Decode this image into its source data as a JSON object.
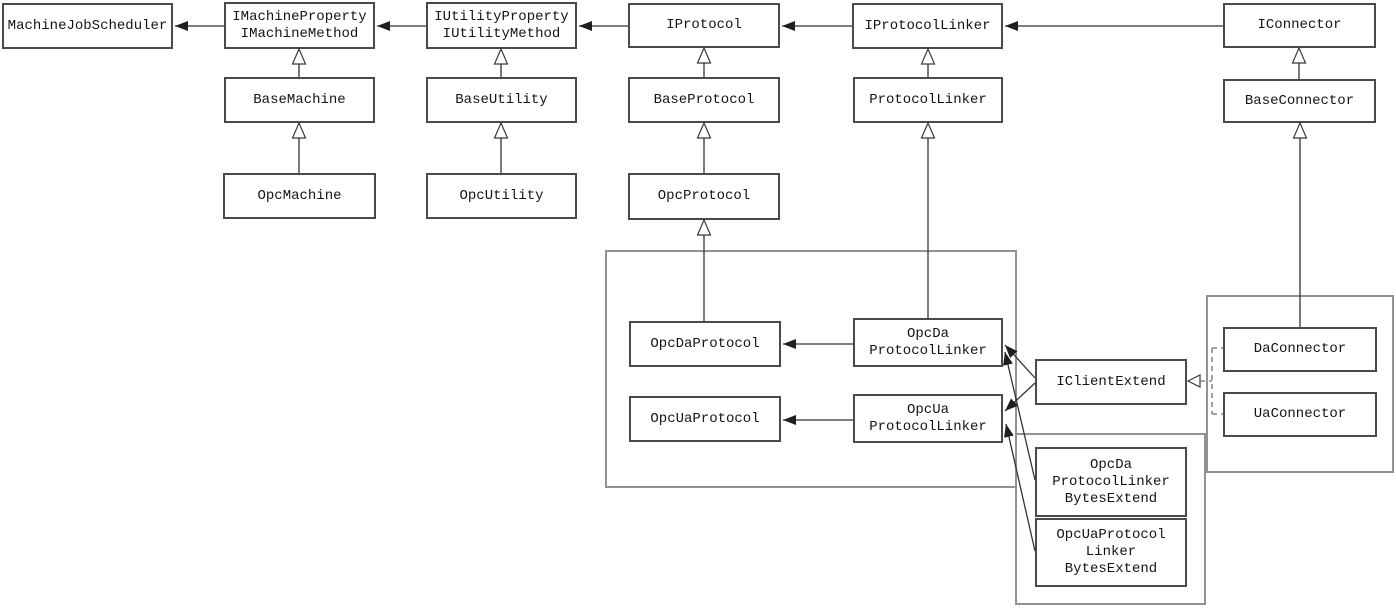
{
  "diagram": {
    "type": "uml-class-diagram",
    "background_color": "#ffffff",
    "node_border_color": "#4a4a4a",
    "group_border_color": "#929292",
    "line_color": "#333333",
    "nodes": {
      "machineJobScheduler": {
        "label": "MachineJobScheduler"
      },
      "iMachine": {
        "label": "IMachineProperty\nIMachineMethod"
      },
      "iUtility": {
        "label": "IUtilityProperty\nIUtilityMethod"
      },
      "iProtocol": {
        "label": "IProtocol"
      },
      "iProtocolLinker": {
        "label": "IProtocolLinker"
      },
      "iConnector": {
        "label": "IConnector"
      },
      "baseMachine": {
        "label": "BaseMachine"
      },
      "baseUtility": {
        "label": "BaseUtility"
      },
      "baseProtocol": {
        "label": "BaseProtocol"
      },
      "protocolLinker": {
        "label": "ProtocolLinker"
      },
      "baseConnector": {
        "label": "BaseConnector"
      },
      "opcMachine": {
        "label": "OpcMachine"
      },
      "opcUtility": {
        "label": "OpcUtility"
      },
      "opcProtocol": {
        "label": "OpcProtocol"
      },
      "opcDaProtocol": {
        "label": "OpcDaProtocol"
      },
      "opcUaProtocol": {
        "label": "OpcUaProtocol"
      },
      "opcDaProtocolLinker": {
        "label": "OpcDa\nProtocolLinker"
      },
      "opcUaProtocolLinker": {
        "label": "OpcUa\nProtocolLinker"
      },
      "iClientExtend": {
        "label": "IClientExtend"
      },
      "daConnector": {
        "label": "DaConnector"
      },
      "uaConnector": {
        "label": "UaConnector"
      },
      "opcDaProtocolLinkerBytesExtend": {
        "label": "OpcDa\nProtocolLinker\nBytesExtend"
      },
      "opcUaProtocolLinkerBytesExtend": {
        "label": "OpcUaProtocol\nLinker\nBytesExtend"
      }
    },
    "edges": [
      {
        "from": "IMachineProperty/IMachineMethod",
        "to": "MachineJobScheduler",
        "type": "arrow"
      },
      {
        "from": "IUtilityProperty/IUtilityMethod",
        "to": "IMachineProperty/IMachineMethod",
        "type": "arrow"
      },
      {
        "from": "IProtocol",
        "to": "IUtilityProperty/IUtilityMethod",
        "type": "arrow"
      },
      {
        "from": "IProtocolLinker",
        "to": "IProtocol",
        "type": "arrow"
      },
      {
        "from": "IConnector",
        "to": "IProtocolLinker",
        "type": "arrow"
      },
      {
        "from": "BaseMachine",
        "to": "IMachineProperty/IMachineMethod",
        "type": "inheritance"
      },
      {
        "from": "OpcMachine",
        "to": "BaseMachine",
        "type": "inheritance"
      },
      {
        "from": "BaseUtility",
        "to": "IUtilityProperty/IUtilityMethod",
        "type": "inheritance"
      },
      {
        "from": "OpcUtility",
        "to": "BaseUtility",
        "type": "inheritance"
      },
      {
        "from": "BaseProtocol",
        "to": "IProtocol",
        "type": "inheritance"
      },
      {
        "from": "OpcProtocol",
        "to": "BaseProtocol",
        "type": "inheritance"
      },
      {
        "from": "OpcDaProtocol",
        "to": "OpcProtocol",
        "type": "inheritance"
      },
      {
        "from": "ProtocolLinker",
        "to": "IProtocolLinker",
        "type": "inheritance"
      },
      {
        "from": "OpcDaProtocolLinker",
        "to": "ProtocolLinker",
        "type": "inheritance"
      },
      {
        "from": "BaseConnector",
        "to": "IConnector",
        "type": "inheritance"
      },
      {
        "from": "DaConnector",
        "to": "BaseConnector",
        "type": "inheritance"
      },
      {
        "from": "OpcDaProtocolLinker",
        "to": "OpcDaProtocol",
        "type": "arrow"
      },
      {
        "from": "OpcUaProtocolLinker",
        "to": "OpcUaProtocol",
        "type": "arrow"
      },
      {
        "from": "IClientExtend",
        "to": "OpcDaProtocolLinker",
        "type": "arrow"
      },
      {
        "from": "IClientExtend",
        "to": "OpcUaProtocolLinker",
        "type": "arrow"
      },
      {
        "from": "OpcDaProtocolLinkerBytesExtend",
        "to": "OpcDaProtocolLinker",
        "type": "arrow"
      },
      {
        "from": "OpcUaProtocolLinkerBytesExtend",
        "to": "OpcUaProtocolLinker",
        "type": "arrow"
      },
      {
        "from": "DaConnector",
        "to": "IClientExtend",
        "type": "realization-dashed"
      },
      {
        "from": "UaConnector",
        "to": "IClientExtend",
        "type": "realization-dashed"
      }
    ]
  }
}
